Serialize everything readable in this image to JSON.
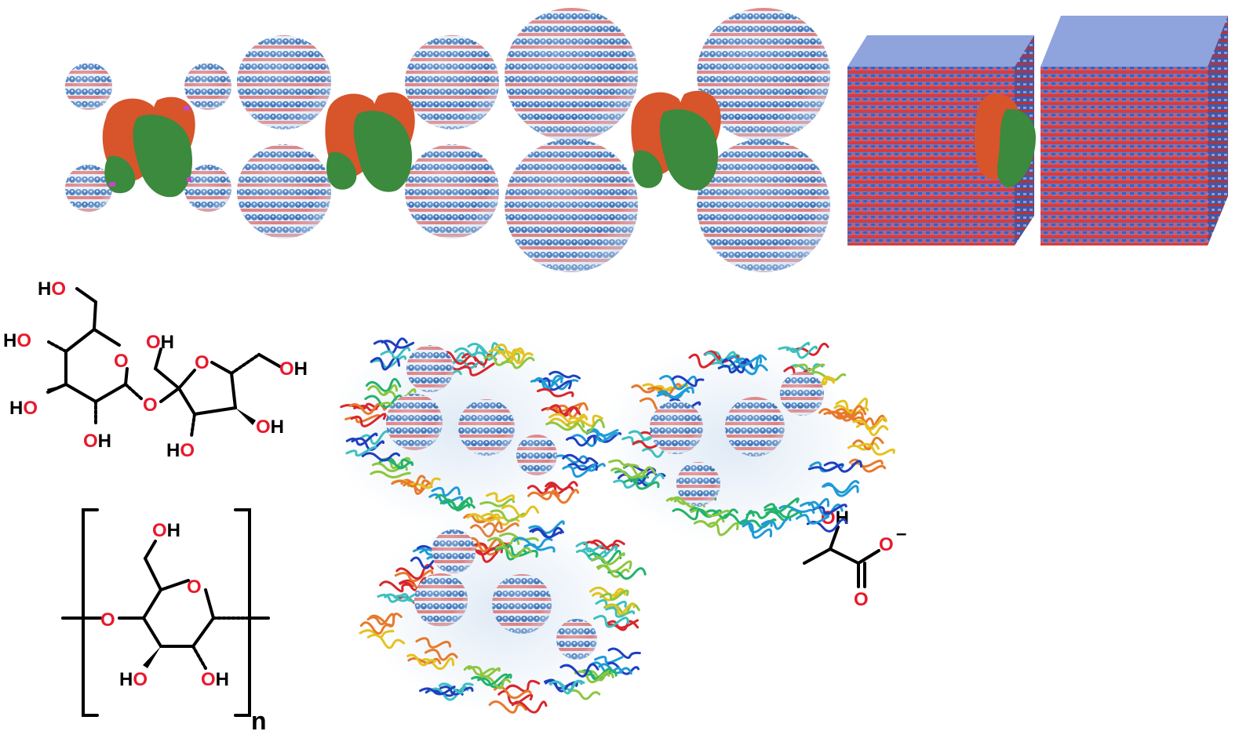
{
  "colors": {
    "bond": "#000000",
    "oxygen": "#e8192c",
    "lattice_blue": "#3f78b8",
    "lattice_red": "#d93b3b",
    "protein_orange": "#d8542b",
    "protein_green": "#3b8a3d",
    "linker_purple": "#c04ac4"
  },
  "icons": {
    "nanoparticle": "nanoparticle-sphere-icon",
    "crystal_slab": "crystal-slab-icon",
    "enzyme": "enzyme-dimer-icon",
    "protein_ribbon": "protein-ribbon-icon"
  },
  "sucrose": {
    "ho_top": "HO",
    "ho_left": "HO",
    "ho_mid": "HO",
    "oh_bottom": "OH",
    "ring_o_left": "O",
    "bridge_o": "O",
    "oh_furan_top": "OH",
    "ring_o_right": "O",
    "oh_right": "OH",
    "oh_furan_right": "OH",
    "ho_furan_bottom": "HO"
  },
  "cellulose": {
    "oh_top": "OH",
    "ring_o": "O",
    "link_o": "O",
    "ho_bottom": "HO",
    "oh_bottom": "OH",
    "repeat_n": "n"
  },
  "lactate": {
    "oh": "OH",
    "o_anion": "O",
    "charge": "–",
    "o_carbonyl": "O"
  }
}
